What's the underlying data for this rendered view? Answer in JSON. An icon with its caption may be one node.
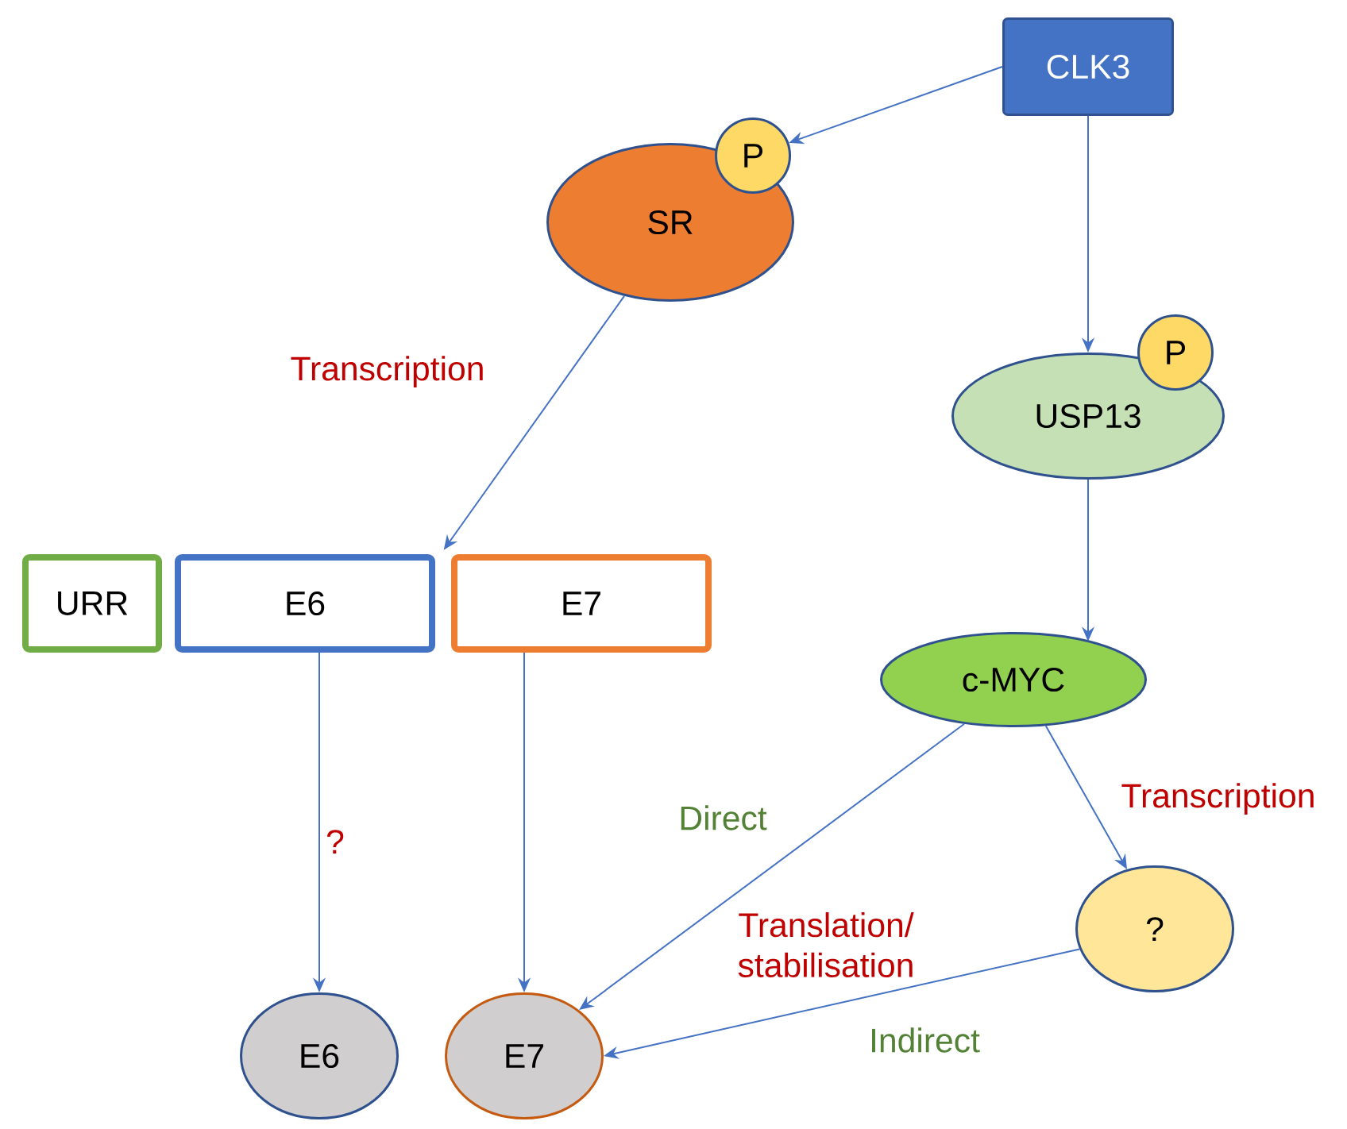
{
  "diagram": {
    "nodes": [
      {
        "text": [
          "CLK3"
        ]
      },
      {
        "text": [
          "SR"
        ]
      },
      {
        "text": [
          "P"
        ]
      },
      {
        "text": [
          "USP13"
        ]
      },
      {
        "text": [
          "P"
        ]
      },
      {
        "text": [
          "URR"
        ]
      },
      {
        "text": [
          "E6"
        ]
      },
      {
        "text": [
          "E7"
        ]
      },
      {
        "text": [
          "c-MYC"
        ]
      },
      {
        "text": [
          "?"
        ]
      },
      {
        "text": [
          "E6"
        ]
      },
      {
        "text": [
          "E7"
        ]
      }
    ],
    "edges": [
      {
        "from": 0,
        "to": 2,
        "arrow": "to"
      },
      {
        "from": 0,
        "to": 3,
        "arrow": "to"
      },
      {
        "from": 1,
        "to": 6,
        "arrow": "to",
        "label": "Transcription"
      },
      {
        "from": 3,
        "to": 8,
        "arrow": "to"
      },
      {
        "from": 6,
        "to": 10,
        "arrow": "to",
        "label": "?"
      },
      {
        "from": 7,
        "to": 11,
        "arrow": "to"
      },
      {
        "from": 8,
        "to": 11,
        "arrow": "to",
        "label": "Direct"
      },
      {
        "from": 8,
        "to": 9,
        "arrow": "to",
        "label": "Transcription"
      },
      {
        "from": 9,
        "to": 11,
        "arrow": "to",
        "label": "Indirect"
      }
    ],
    "labels": [
      "Translation/ stabilisation"
    ]
  }
}
